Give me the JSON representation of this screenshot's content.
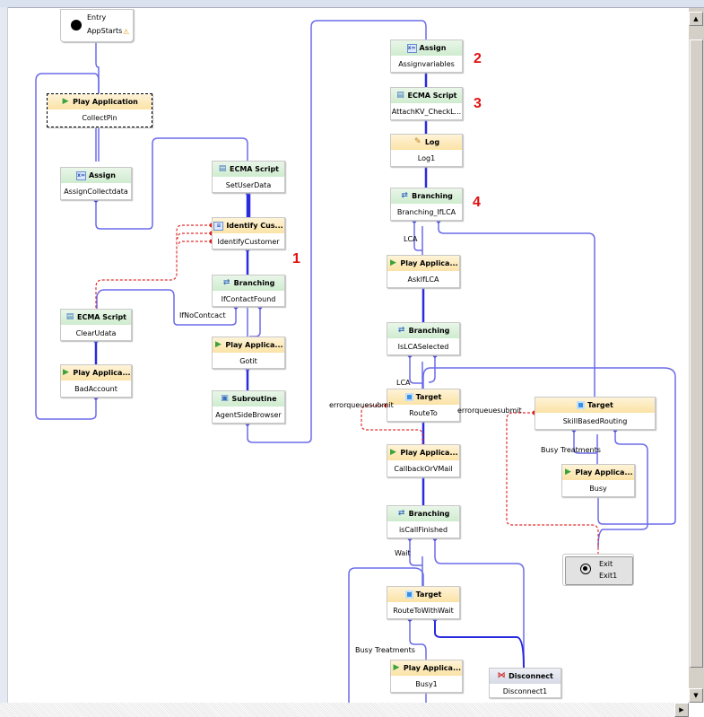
{
  "entry": {
    "type": "Entry",
    "name": "AppStarts",
    "warning_icon": "warning-icon"
  },
  "exit": {
    "type": "Exit",
    "name": "Exit1"
  },
  "nodes": [
    {
      "type": "Play Application",
      "name": "CollectPin"
    },
    {
      "type": "Assign",
      "name": "AssignCollectdata"
    },
    {
      "type": "ECMA Script",
      "name": "SetUserData"
    },
    {
      "type": "Identify Cus...",
      "name": "IdentifyCustomer"
    },
    {
      "type": "Branching",
      "name": "IfContactFound"
    },
    {
      "type": "ECMA Script",
      "name": "ClearUdata"
    },
    {
      "type": "Play Applica...",
      "name": "Gotit"
    },
    {
      "type": "Play Applica...",
      "name": "BadAccount"
    },
    {
      "type": "Subroutine",
      "name": "AgentSideBrowser"
    },
    {
      "type": "Assign",
      "name": "Assignvariables"
    },
    {
      "type": "ECMA Script",
      "name": "AttachKV_CheckL..."
    },
    {
      "type": "Log",
      "name": "Log1"
    },
    {
      "type": "Branching",
      "name": "Branching_IfLCA"
    },
    {
      "type": "Play Applica...",
      "name": "AskIfLCA"
    },
    {
      "type": "Branching",
      "name": "IsLCASelected"
    },
    {
      "type": "Target",
      "name": "RouteTo"
    },
    {
      "type": "Target",
      "name": "SkillBasedRouting"
    },
    {
      "type": "Play Applica...",
      "name": "CallbackOrVMail"
    },
    {
      "type": "Play Applica...",
      "name": "Busy"
    },
    {
      "type": "Branching",
      "name": "isCallFinished"
    },
    {
      "type": "Target",
      "name": "RouteToWithWait"
    },
    {
      "type": "Play Applica...",
      "name": "Busy1"
    },
    {
      "type": "Disconnect",
      "name": "Disconnect1"
    }
  ],
  "annotations": [
    "1",
    "2",
    "3",
    "4"
  ],
  "edge_labels": {
    "if_no_contact": "IfNoContcact",
    "lca_1": "LCA",
    "lca_2": "LCA",
    "error_1": "errorqueuesubmit",
    "error_2": "errorqueuesubmit",
    "busy_treat_1": "Busy Treatments",
    "wait": "Wait",
    "busy_treat_2": "Busy Treatments"
  },
  "colors": {
    "connector": "#5555e0",
    "error_connector": "#e03030",
    "annotation": "#e01010"
  }
}
